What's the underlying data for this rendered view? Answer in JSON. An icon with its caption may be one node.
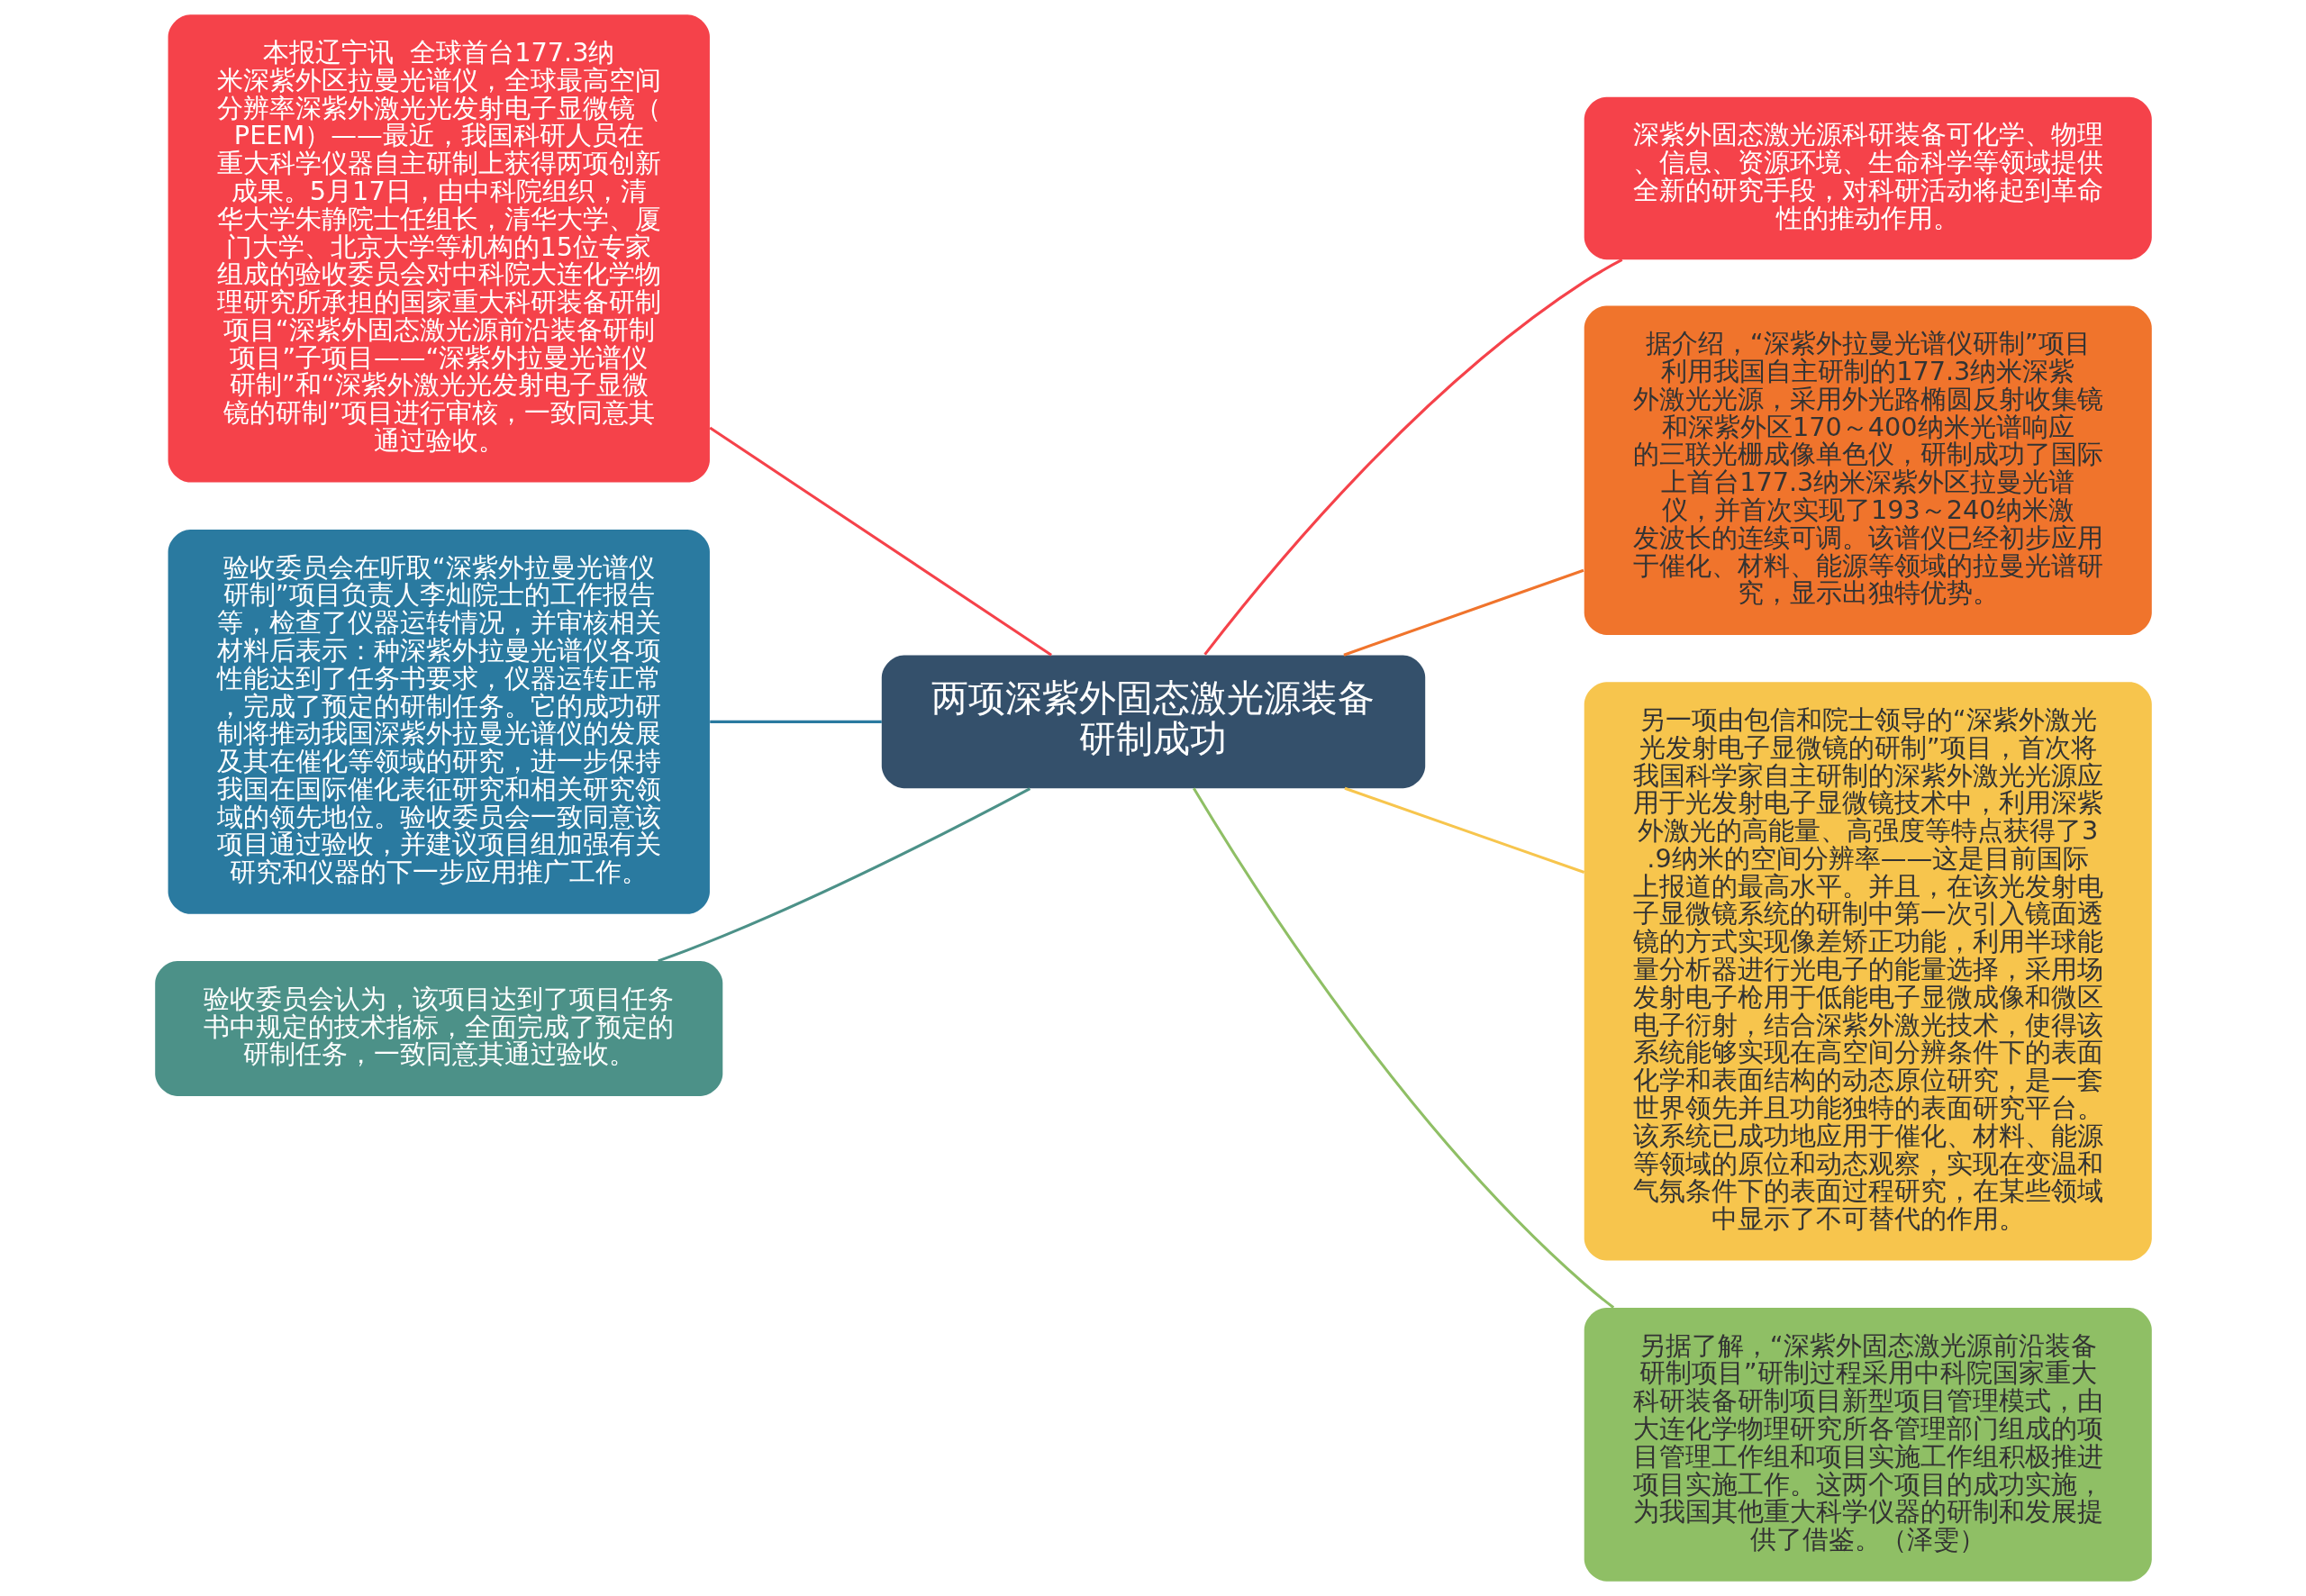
{
  "diagram": {
    "nodes": [
      {
        "text": [
          "两项深紫外固态激光源装备研制成功"
        ]
      },
      {
        "text": [
          "本报辽宁讯  全球首台177.3纳米深紫外区拉曼光谱仪，全球最高空间分辨率深紫外激光光发射电子显微镜（PEEM）——最近，我国科研人员在重大科学仪器自主研制上获得两项创新成果。5月17日，由中科院组织，清华大学朱静院士任组长，清华大学、厦门大学、北京大学等机构的15位专家组成的验收委员会对中科院大连化学物理研究所承担的国家重大科研装备研制项目“深紫外固态激光源前沿装备研制项目”子项目——“深紫外拉曼光谱仪研制”和“深紫外激光光发射电子显微镜的研制”项目进行审核，一致同意其通过验收。"
        ]
      },
      {
        "text": [
          "验收委员会在听取“深紫外拉曼光谱仪研制”项目负责人李灿院士的工作报告等，检查了仪器运转情况，并审核相关材料后表示：种深紫外拉曼光谱仪各项性能达到了任务书要求，仪器运转正常，完成了预定的研制任务。它的成功研制将推动我国深紫外拉曼光谱仪的发展及其在催化等领域的研究，进一步保持我国在国际催化表征研究和相关研究领域的领先地位。验收委员会一致同意该项目通过验收，并建议项目组加强有关研究和仪器的下一步应用推广工作。"
        ]
      },
      {
        "text": [
          "验收委员会认为，该项目达到了项目任务书中规定的技术指标，全面完成了预定的研制任务，一致同意其通过验收。"
        ]
      },
      {
        "text": [
          "深紫外固态激光源科研装备可化学、物理、信息、资源环境、生命科学等领域提供全新的研究手段，对科研活动将起到革命性的推动作用。"
        ]
      },
      {
        "text": [
          "据介绍，“深紫外拉曼光谱仪研制”项目利用我国自主研制的177.3纳米深紫外激光光源，采用外光路椭圆反射收集镜和深紫外区170～400纳米光谱响应的三联光栅成像单色仪，研制成功了国际上首台177.3纳米深紫外区拉曼光谱仪，并首次实现了193～240纳米激发波长的连续可调。该谱仪已经初步应用于催化、材料、能源等领域的拉曼光谱研究，显示出独特优势。"
        ]
      },
      {
        "text": [
          "另一项由包信和院士领导的“深紫外激光光发射电子显微镜的研制”项目，首次将我国科学家自主研制的深紫外激光光源应用于光发射电子显微镜技术中，利用深紫外激光的高能量、高强度等特点获得了3.9纳米的空间分辨率——这是目前国际上报道的最高水平。并且，在该光发射电子显微镜系统的研制中第一次引入镜面透镜的方式实现像差矫正功能，利用半球能量分析器进行光电子的能量选择，采用场发射电子枪用于低能电子显微成像和微区电子衍射，结合深紫外激光技术，使得该系统能够实现在高空间分辨条件下的表面化学和表面结构的动态原位研究，是一套世界领先并且功能独特的表面研究平台。该系统已成功地应用于催化、材料、能源等领域的原位和动态观察，实现在变温和气氛条件下的表面过程研究，在某些领域中显示了不可替代的作用。"
        ]
      },
      {
        "text": [
          "另据了解，“深紫外固态激光源前沿装备研制项目”研制过程采用中科院国家重大科研装备研制项目新型项目管理模式，由大连化学物理研究所各管理部门组成的项目管理工作组和项目实施工作组积极推进项目实施工作。这两个项目的成功实施，为我国其他重大科学仪器的研制和发展提供了借鉴。（泽雯）"
        ]
      }
    ],
    "edges": [
      {
        "from": 0,
        "to": 1,
        "arrow": "none",
        "color": "#f5424a"
      },
      {
        "from": 0,
        "to": 2,
        "arrow": "none",
        "color": "#2a7aa0"
      },
      {
        "from": 0,
        "to": 3,
        "arrow": "none",
        "color": "#4c9188"
      },
      {
        "from": 0,
        "to": 4,
        "arrow": "none",
        "color": "#f5424a"
      },
      {
        "from": 0,
        "to": 5,
        "arrow": "none",
        "color": "#f0742c"
      },
      {
        "from": 0,
        "to": 6,
        "arrow": "none",
        "color": "#f7c54d"
      },
      {
        "from": 0,
        "to": 7,
        "arrow": "none",
        "color": "#8fbf65"
      }
    ]
  }
}
